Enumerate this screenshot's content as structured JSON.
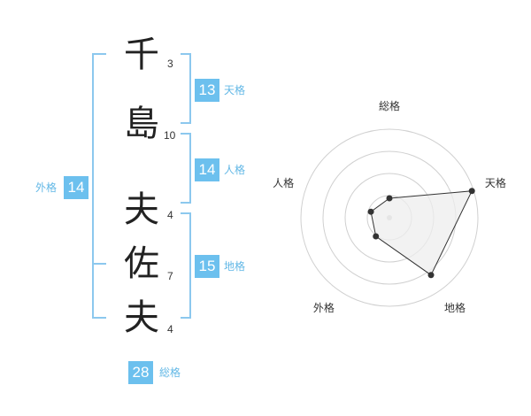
{
  "name_chars": [
    {
      "char": "千",
      "strokes": "3"
    },
    {
      "char": "島",
      "strokes": "10"
    },
    {
      "char": "夫",
      "strokes": "4"
    },
    {
      "char": "佐",
      "strokes": "7"
    },
    {
      "char": "夫",
      "strokes": "4"
    }
  ],
  "fortune": {
    "tenkaku": {
      "value": "13",
      "label": "天格"
    },
    "jinkaku": {
      "value": "14",
      "label": "人格"
    },
    "chikaku": {
      "value": "15",
      "label": "地格"
    },
    "gaikaku": {
      "value": "14",
      "label": "外格"
    },
    "soukaku": {
      "value": "28",
      "label": "総格"
    }
  },
  "chart_data": {
    "type": "radar",
    "axes": [
      "総格",
      "天格",
      "地格",
      "外格",
      "人格"
    ],
    "values": [
      1.1,
      4.9,
      4.0,
      1.3,
      1.1
    ],
    "rmax": 5,
    "rings": 4,
    "colors": {
      "accent": "#6cc0ee",
      "line": "#333333",
      "fill": "#eeeeee",
      "grid": "#d0d0d0"
    }
  }
}
